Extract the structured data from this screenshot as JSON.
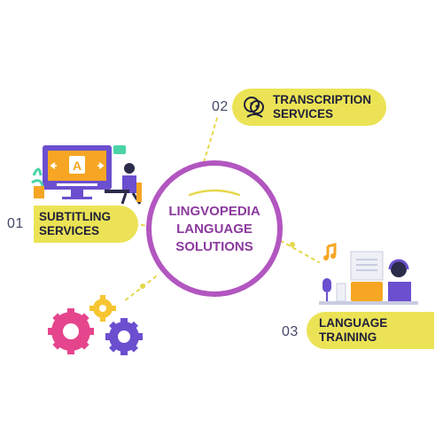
{
  "hub": {
    "line1": "LINGVOPEDIA",
    "line2": "LANGUAGE",
    "line3": "SOLUTIONS"
  },
  "services": [
    {
      "number": "01",
      "line1": "SUBTITLING",
      "line2": "SERVICES",
      "icon": "subtitle-screen-illustration"
    },
    {
      "number": "02",
      "line1": "TRANSCRIPTION",
      "line2": "SERVICES",
      "icon": "transcription-icon"
    },
    {
      "number": "03",
      "line1": "LANGUAGE",
      "line2": "TRAINING",
      "icon": "headset-learner-illustration"
    }
  ],
  "gear_cluster": "gears-illustration",
  "colors": {
    "pill": "#ebe355",
    "ring": "#b256c0",
    "hub_text": "#8c3a9f",
    "connector": "#e5d84a",
    "accent_orange": "#f6a623",
    "accent_purple": "#6b4fcf"
  }
}
